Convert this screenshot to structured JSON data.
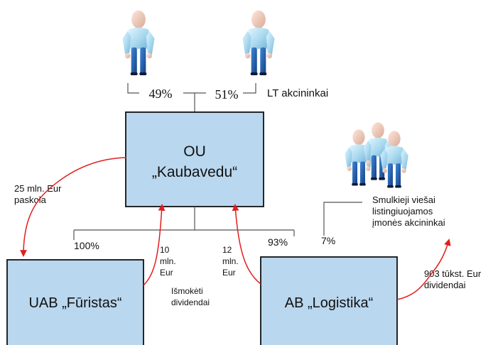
{
  "shareholders": {
    "top_left_share": "49%",
    "top_right_share": "51%",
    "top_right_label": "LT akcininkai",
    "minority_lines": [
      "Smulkieji viešai",
      "listingiuojamos",
      "įmonės akcininkai"
    ],
    "minority_share": "7%"
  },
  "companies": {
    "parent": {
      "line1": "OU",
      "line2": "„Kaubavedu“"
    },
    "left": "UAB „Fūristas“",
    "right": "AB „Logistika“"
  },
  "ownership": {
    "left_share": "100%",
    "right_share": "93%"
  },
  "flows": {
    "loan_lines": [
      "25 mln. Eur",
      "paskola"
    ],
    "left_dividend_lines": [
      "10",
      "mln.",
      "Eur"
    ],
    "right_dividend_lines": [
      "12",
      "mln.",
      "Eur"
    ],
    "paid_dividends_lines": [
      "Išmokėti",
      "dividendai"
    ],
    "minority_dividend_lines": [
      "903 tūkst. Eur",
      "dividendai"
    ]
  },
  "colors": {
    "box_fill": "#b9d7ee",
    "box_stroke": "#111111",
    "line_gray": "#555555",
    "arrow_red": "#e11d1d",
    "person_shirt": "#a9d8ee",
    "person_pants": "#1f5fa7",
    "person_skin": "#f2d2c2"
  },
  "icons": [
    "person-icon",
    "group-icon",
    "arrow-up-icon",
    "arrow-down-icon"
  ]
}
